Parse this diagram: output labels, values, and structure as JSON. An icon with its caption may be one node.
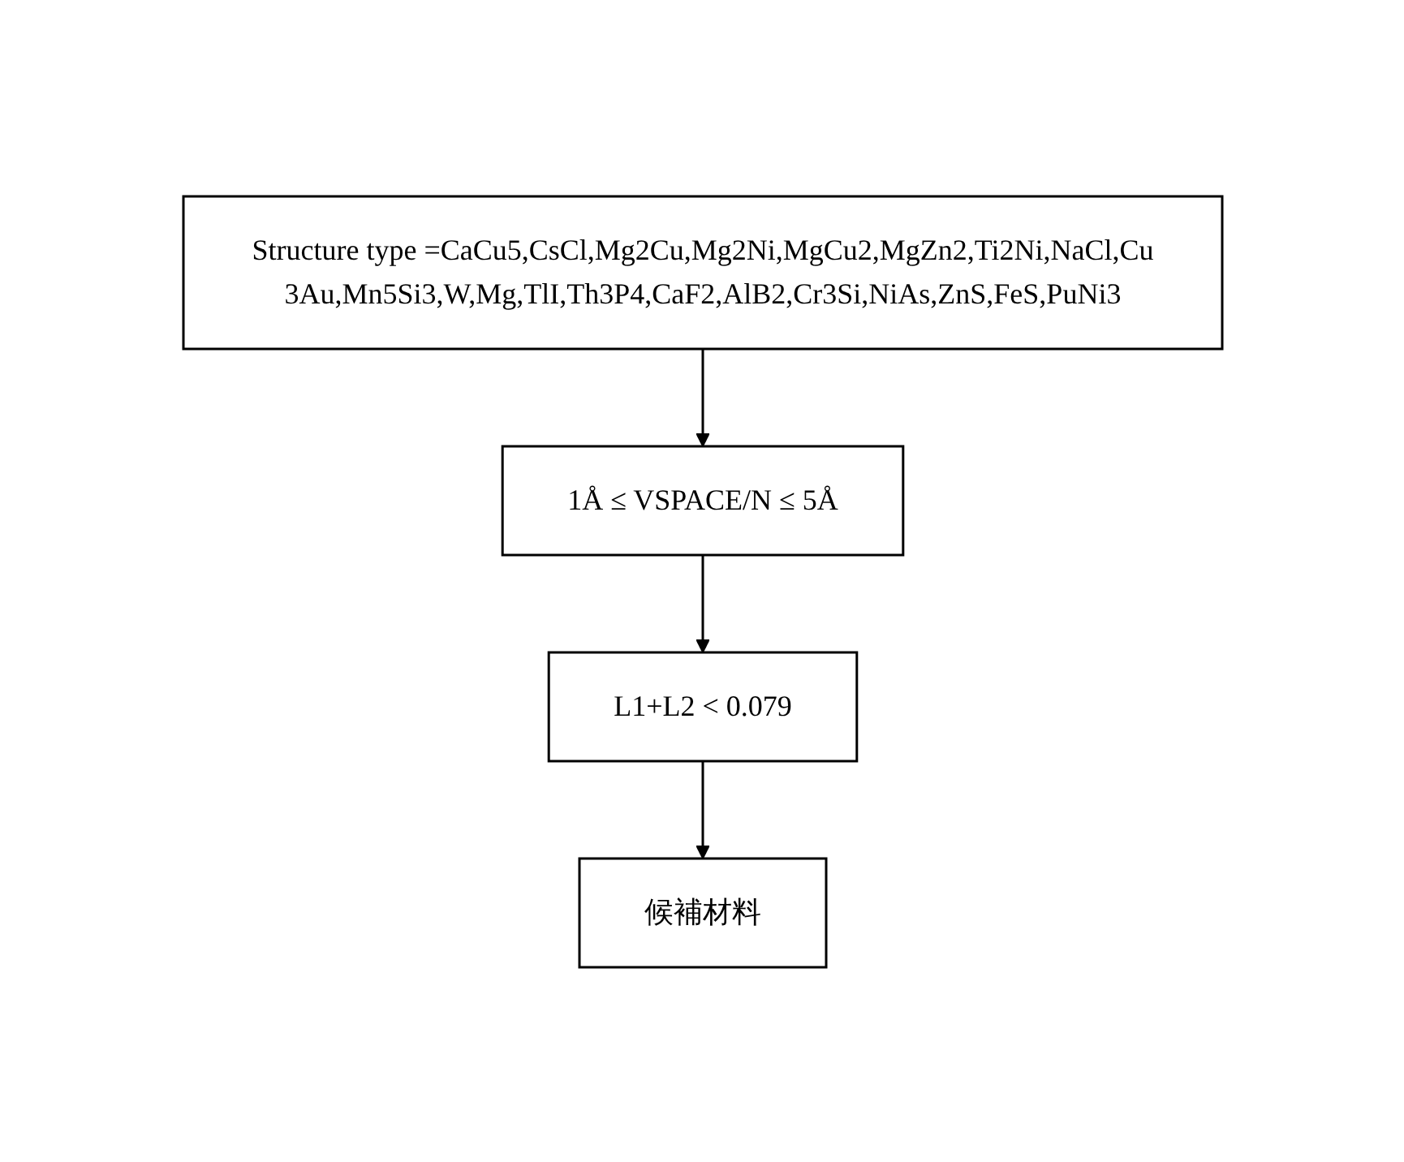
{
  "diagram": {
    "nodes": [
      {
        "text": [
          "Structure type =CaCu5,CsCl,Mg2Cu,Mg2Ni,MgCu2,MgZn2,Ti2Ni,NaCl,Cu3Au,Mn5Si3,W,Mg,TlI,Th3P4,CaF2,AlB2,Cr3Si,NiAs,ZnS,FeS,PuNi3"
        ]
      },
      {
        "text": [
          "1Å ≤ VSPACE/N ≤ 5Å"
        ]
      },
      {
        "text": [
          "L1+L2 < 0.079"
        ]
      },
      {
        "text": [
          "候補材料"
        ]
      }
    ],
    "edges": [
      {
        "from": 0,
        "to": 1,
        "arrow": "to"
      },
      {
        "from": 1,
        "to": 2,
        "arrow": "to"
      },
      {
        "from": 2,
        "to": 3,
        "arrow": "to"
      }
    ]
  }
}
